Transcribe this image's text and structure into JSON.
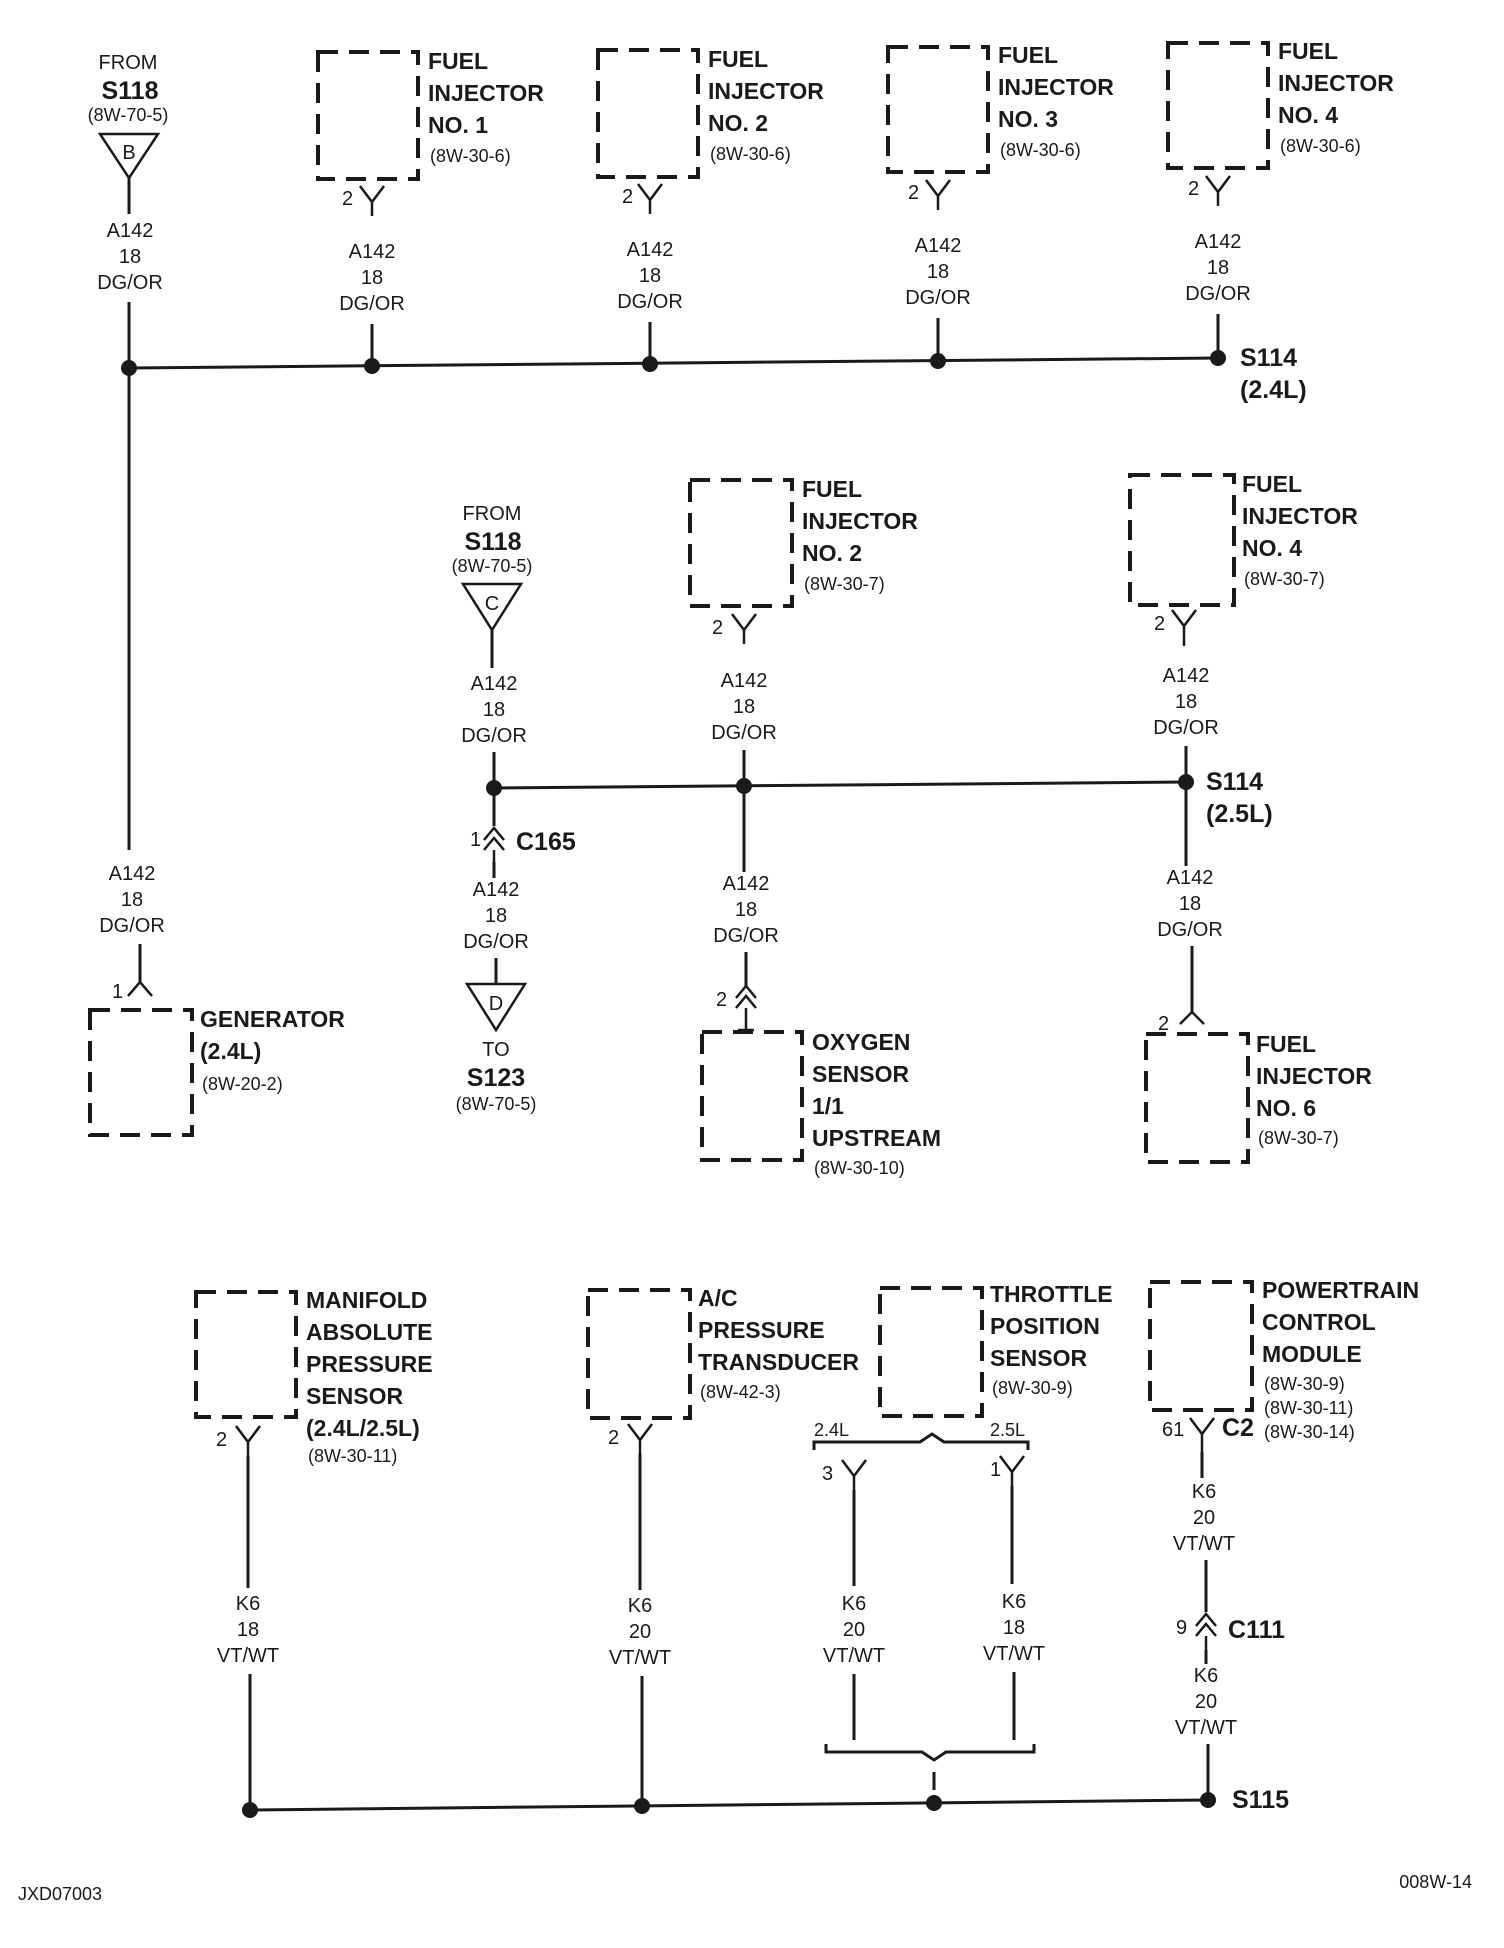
{
  "sheet_codes": {
    "left": "JXD07003",
    "right": "008W-14"
  },
  "from_label": "FROM",
  "to_label": "TO",
  "wire_a142": {
    "circuit": "A142",
    "gauge": "18",
    "color": "DG/OR"
  },
  "wire_k6_18": {
    "circuit": "K6",
    "gauge": "18",
    "color": "VT/WT"
  },
  "wire_k6_20": {
    "circuit": "K6",
    "gauge": "20",
    "color": "VT/WT"
  },
  "engine_split": {
    "left": "2.4L",
    "right": "2.5L"
  },
  "section1": {
    "source": {
      "splice": "S118",
      "ref": "(8W-70-5)",
      "letter": "B"
    },
    "injectors": [
      {
        "line1": "FUEL",
        "line2": "INJECTOR",
        "line3": "NO. 1",
        "ref": "(8W-30-6)",
        "pin": "2"
      },
      {
        "line1": "FUEL",
        "line2": "INJECTOR",
        "line3": "NO. 2",
        "ref": "(8W-30-6)",
        "pin": "2"
      },
      {
        "line1": "FUEL",
        "line2": "INJECTOR",
        "line3": "NO. 3",
        "ref": "(8W-30-6)",
        "pin": "2"
      },
      {
        "line1": "FUEL",
        "line2": "INJECTOR",
        "line3": "NO. 4",
        "ref": "(8W-30-6)",
        "pin": "2"
      }
    ],
    "splice": {
      "id": "S114",
      "note": "(2.4L)"
    },
    "generator": {
      "line1": "GENERATOR",
      "line2": "(2.4L)",
      "ref": "(8W-20-2)",
      "pin": "1"
    }
  },
  "section2": {
    "source": {
      "splice": "S118",
      "ref": "(8W-70-5)",
      "letter": "C"
    },
    "connector": {
      "id": "C165",
      "pin": "1"
    },
    "dest": {
      "splice": "S123",
      "ref": "(8W-70-5)",
      "letter": "D"
    },
    "injector2": {
      "line1": "FUEL",
      "line2": "INJECTOR",
      "line3": "NO. 2",
      "ref": "(8W-30-7)",
      "pin": "2"
    },
    "injector4": {
      "line1": "FUEL",
      "line2": "INJECTOR",
      "line3": "NO. 4",
      "ref": "(8W-30-7)",
      "pin": "2"
    },
    "injector6": {
      "line1": "FUEL",
      "line2": "INJECTOR",
      "line3": "NO. 6",
      "ref": "(8W-30-7)",
      "pin": "2"
    },
    "oxygen": {
      "line1": "OXYGEN",
      "line2": "SENSOR",
      "line3": "1/1",
      "line4": "UPSTREAM",
      "ref": "(8W-30-10)",
      "pin": "2"
    },
    "splice": {
      "id": "S114",
      "note": "(2.5L)"
    }
  },
  "section3": {
    "map": {
      "line1": "MANIFOLD",
      "line2": "ABSOLUTE",
      "line3": "PRESSURE",
      "line4": "SENSOR",
      "line5": "(2.4L/2.5L)",
      "ref": "(8W-30-11)",
      "pin": "2"
    },
    "ac": {
      "line1": "A/C",
      "line2": "PRESSURE",
      "line3": "TRANSDUCER",
      "ref": "(8W-42-3)",
      "pin": "2"
    },
    "tps": {
      "line1": "THROTTLE",
      "line2": "POSITION",
      "line3": "SENSOR",
      "ref": "(8W-30-9)",
      "pin_24": "3",
      "pin_25": "1"
    },
    "pcm": {
      "line1": "POWERTRAIN",
      "line2": "CONTROL",
      "line3": "MODULE",
      "ref1": "(8W-30-9)",
      "ref2": "(8W-30-11)",
      "ref3": "(8W-30-14)",
      "pin": "61",
      "connector": "C2"
    },
    "connector": {
      "id": "C111",
      "pin": "9"
    },
    "splice": {
      "id": "S115"
    }
  }
}
